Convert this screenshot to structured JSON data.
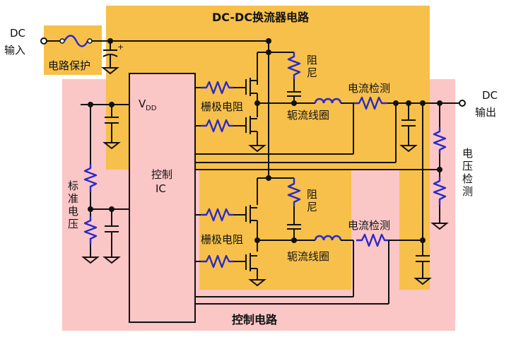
{
  "colors": {
    "orange": "#f7c04a",
    "pink": "#fbc6c6",
    "wire": "#111111",
    "component": "#2a2ac8"
  },
  "labels": {
    "converter_title": "DC-DC换流器电路",
    "control_title": "控制电路",
    "dc_in_1": "DC",
    "dc_in_2": "输入",
    "dc_out_1": "DC",
    "dc_out_2": "输出",
    "circuit_protection": "电路保护",
    "snubber_top_1": "阻",
    "snubber_top_2": "尼",
    "snubber_bot_1": "阻",
    "snubber_bot_2": "尼",
    "current_sense_top": "电流检测",
    "current_sense_bot": "电流检测",
    "gate_resistor_top": "栅极电阻",
    "gate_resistor_bot": "栅极电阻",
    "choke_top": "轭流线圈",
    "choke_bot": "轭流线圈",
    "vdd_main": "V",
    "vdd_sub": "DD",
    "ic_1": "控制",
    "ic_2": "IC",
    "ref_v_1": "标",
    "ref_v_2": "准",
    "ref_v_3": "电",
    "ref_v_4": "压",
    "vsense_1": "电",
    "vsense_2": "压",
    "vsense_3": "检",
    "vsense_4": "测"
  }
}
